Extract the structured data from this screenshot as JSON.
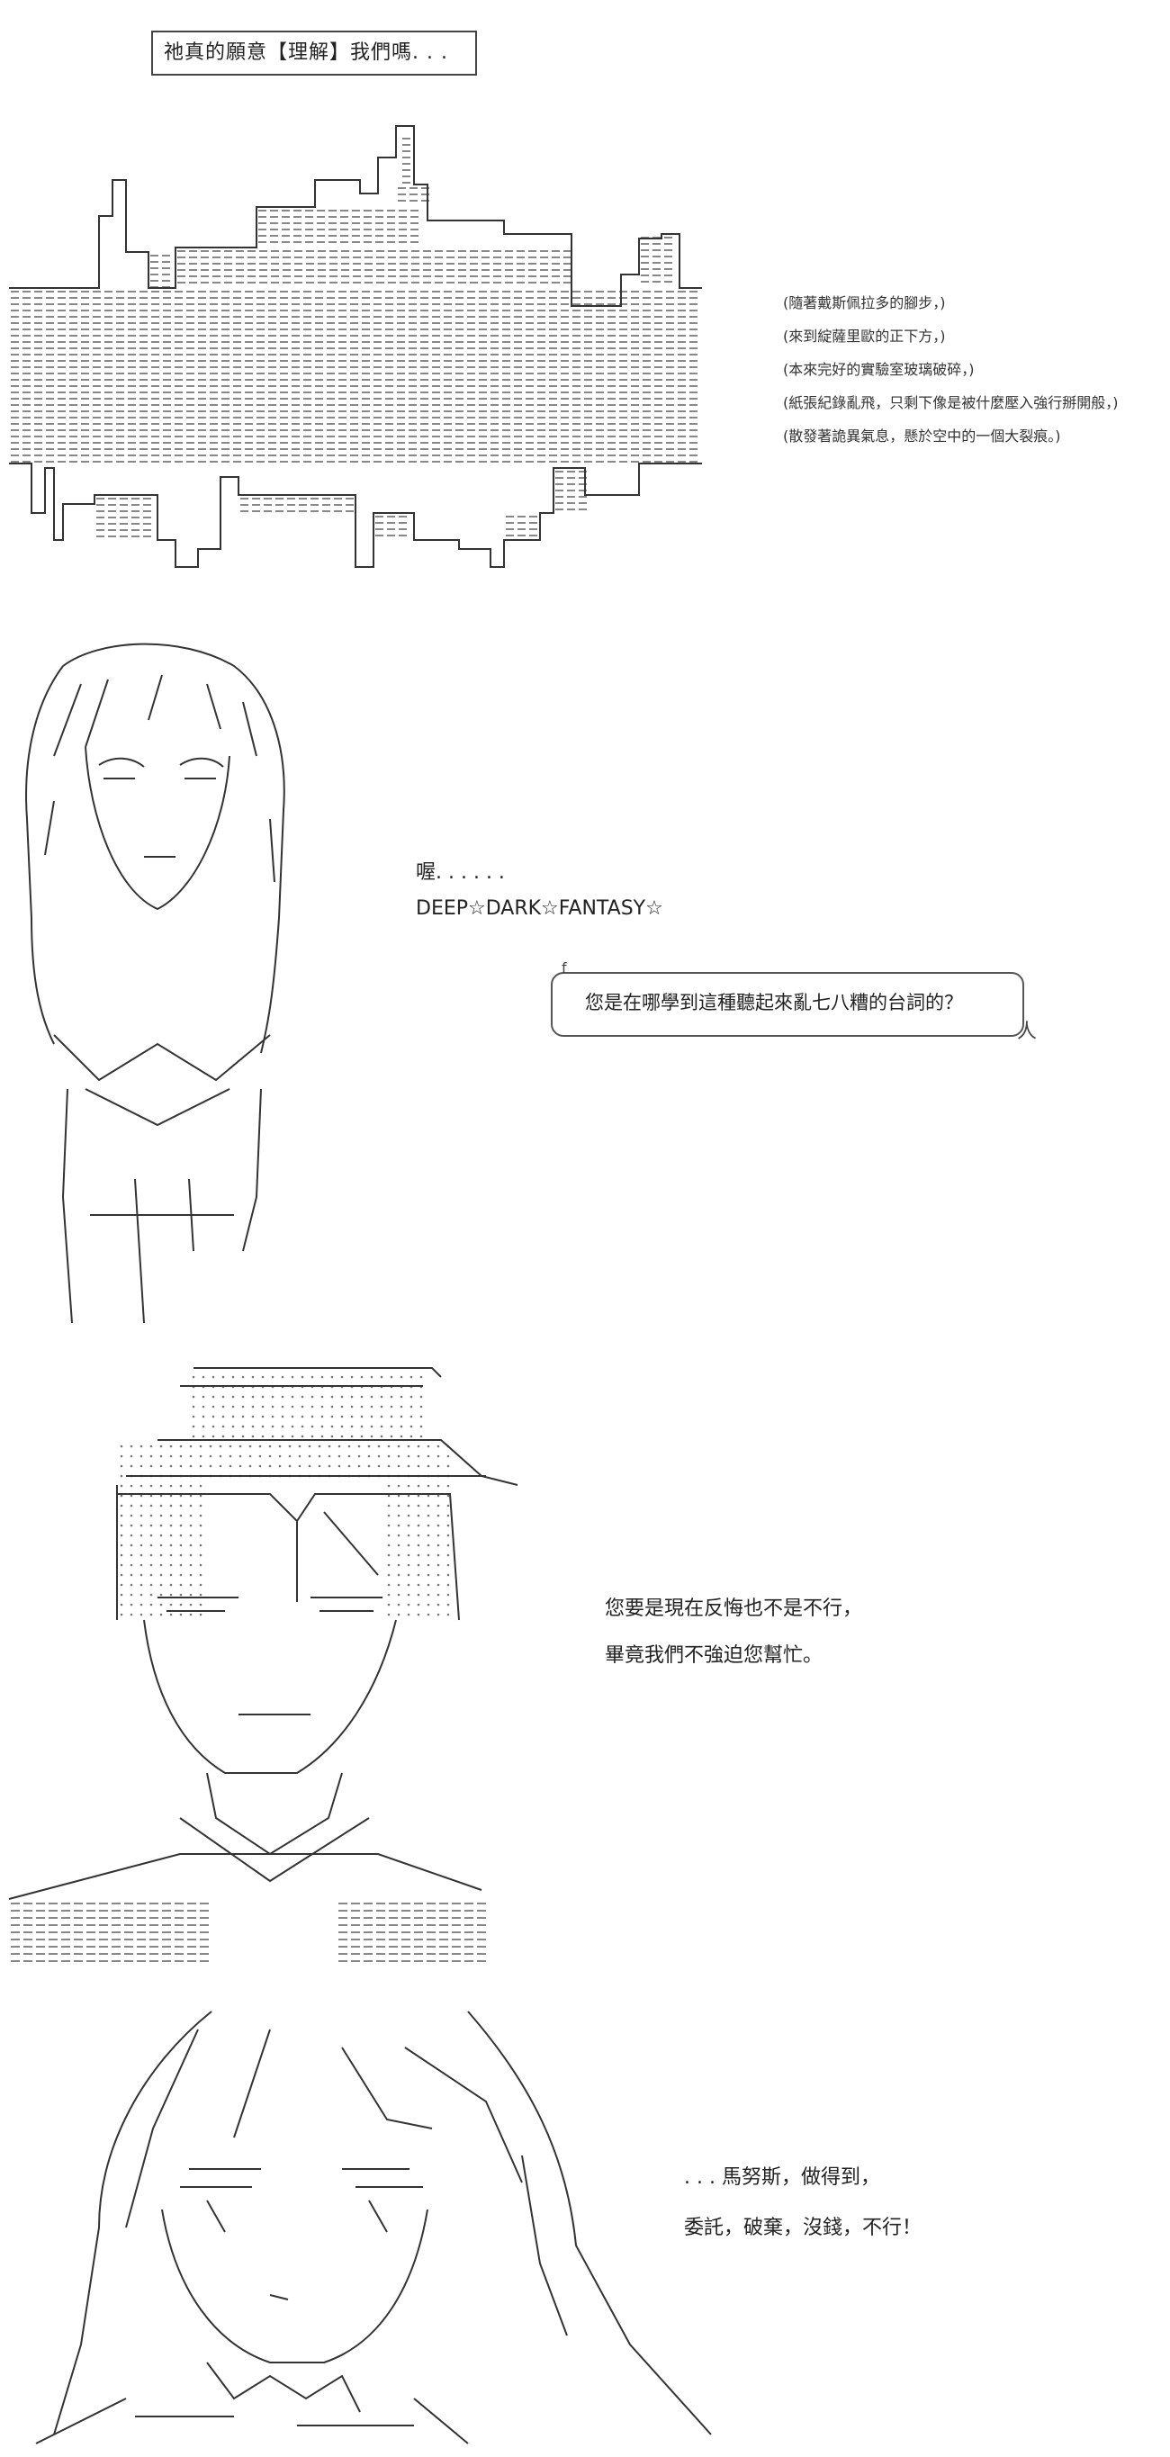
{
  "scene1": {
    "title": "祂真的願意【理解】我們嗎. . .",
    "narration": [
      "(隨著戴斯佩拉多的腳步，)",
      "(來到綻薩里歐的正下方，)",
      "(本來完好的實驗室玻璃破碎，)",
      "(紙張紀錄亂飛，只剩下像是被什麼壓入強行掰開般，)",
      "(散發著詭異氣息，懸於空中的一個大裂痕。)"
    ]
  },
  "scene2": {
    "lines": [
      "喔. . . . . .",
      "DEEP☆DARK☆FANTASY☆"
    ],
    "bubble_mark": "f",
    "bubble": "您是在哪學到這種聽起來亂七八糟的台詞的？",
    "bubble_tail": "人"
  },
  "scene3": {
    "lines": [
      "您要是現在反悔也不是不行，",
      "畢竟我們不強迫您幫忙。"
    ]
  },
  "scene4": {
    "lines": [
      ". . . 馬努斯，做得到，",
      "委託，破棄，沒錢，不行！"
    ]
  }
}
